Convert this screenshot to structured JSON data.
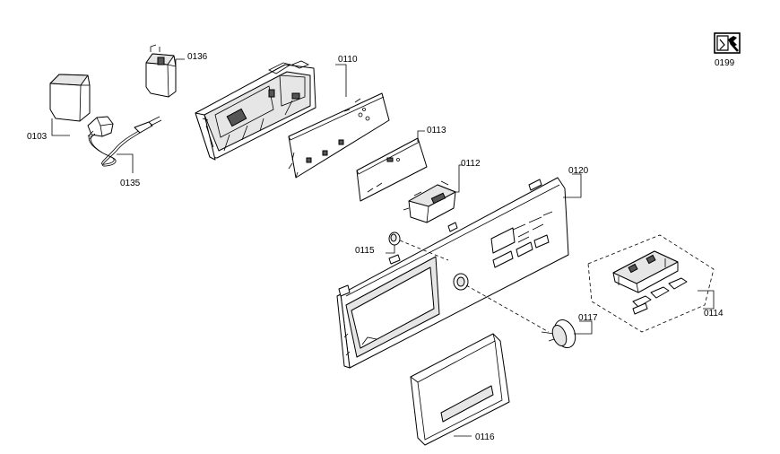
{
  "diagram": {
    "parts": [
      {
        "id": "0103"
      },
      {
        "id": "0110"
      },
      {
        "id": "0112"
      },
      {
        "id": "0113"
      },
      {
        "id": "0114"
      },
      {
        "id": "0115"
      },
      {
        "id": "0116"
      },
      {
        "id": "0117"
      },
      {
        "id": "0120"
      },
      {
        "id": "0135"
      },
      {
        "id": "0136"
      }
    ],
    "tool_badge": {
      "id": "0199",
      "icon": "screwdriver-wrench-icon"
    }
  }
}
